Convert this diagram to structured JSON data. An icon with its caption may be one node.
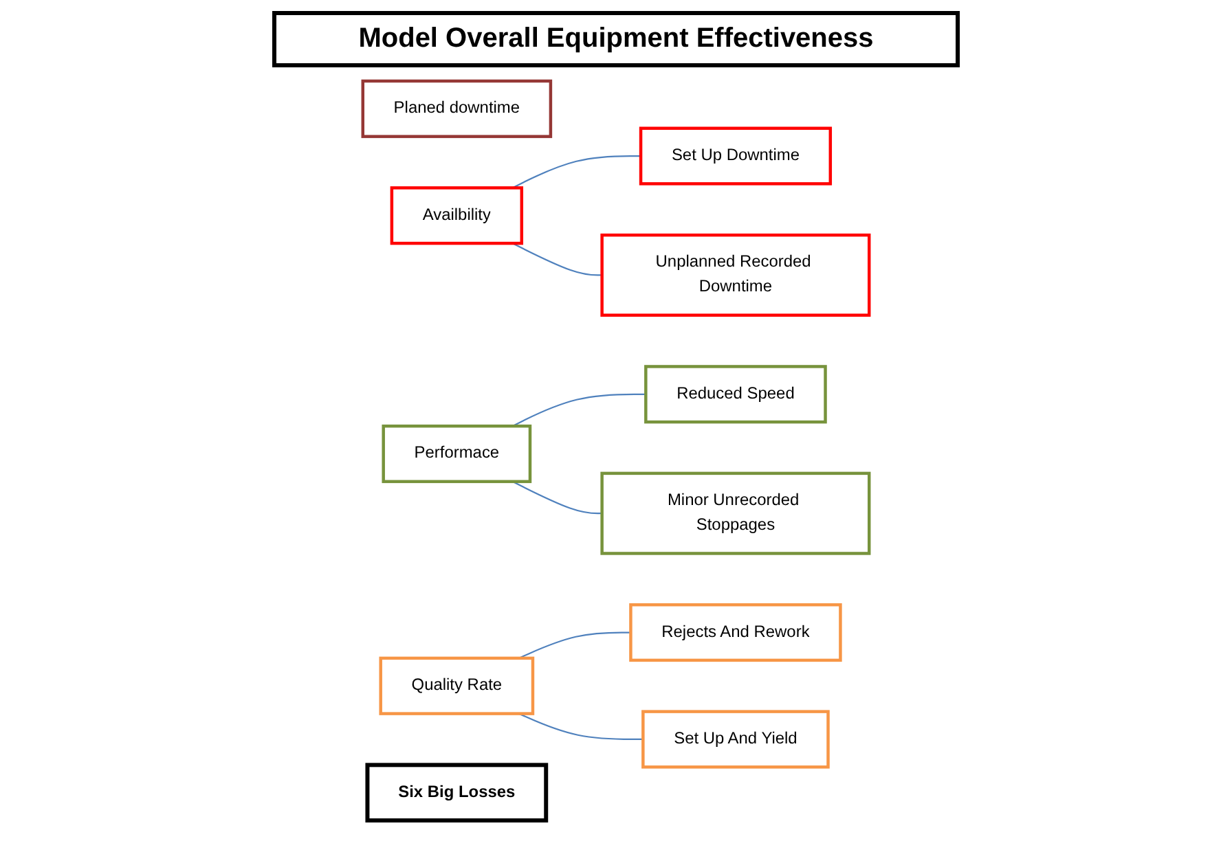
{
  "diagram": {
    "title": "Model Overall Equipment Effectiveness",
    "nodes": [
      {
        "text": [
          "Planed downtime"
        ]
      },
      {
        "text": [
          "Availbility"
        ]
      },
      {
        "text": [
          "Set Up Downtime"
        ]
      },
      {
        "text": [
          "Unplanned Recorded Downtime"
        ]
      },
      {
        "text": [
          "Performace"
        ]
      },
      {
        "text": [
          "Reduced Speed"
        ]
      },
      {
        "text": [
          "Minor Unrecorded Stoppages"
        ]
      },
      {
        "text": [
          "Quality Rate"
        ]
      },
      {
        "text": [
          "Rejects And Rework"
        ]
      },
      {
        "text": [
          "Set Up And Yield"
        ]
      },
      {
        "text": [
          "Six Big Losses"
        ]
      }
    ],
    "edges": [
      {
        "from": 1,
        "to": 2,
        "arrow": "none"
      },
      {
        "from": 1,
        "to": 3,
        "arrow": "none"
      },
      {
        "from": 4,
        "to": 5,
        "arrow": "none"
      },
      {
        "from": 4,
        "to": 6,
        "arrow": "none"
      },
      {
        "from": 7,
        "to": 8,
        "arrow": "none"
      },
      {
        "from": 7,
        "to": 9,
        "arrow": "none"
      }
    ]
  }
}
